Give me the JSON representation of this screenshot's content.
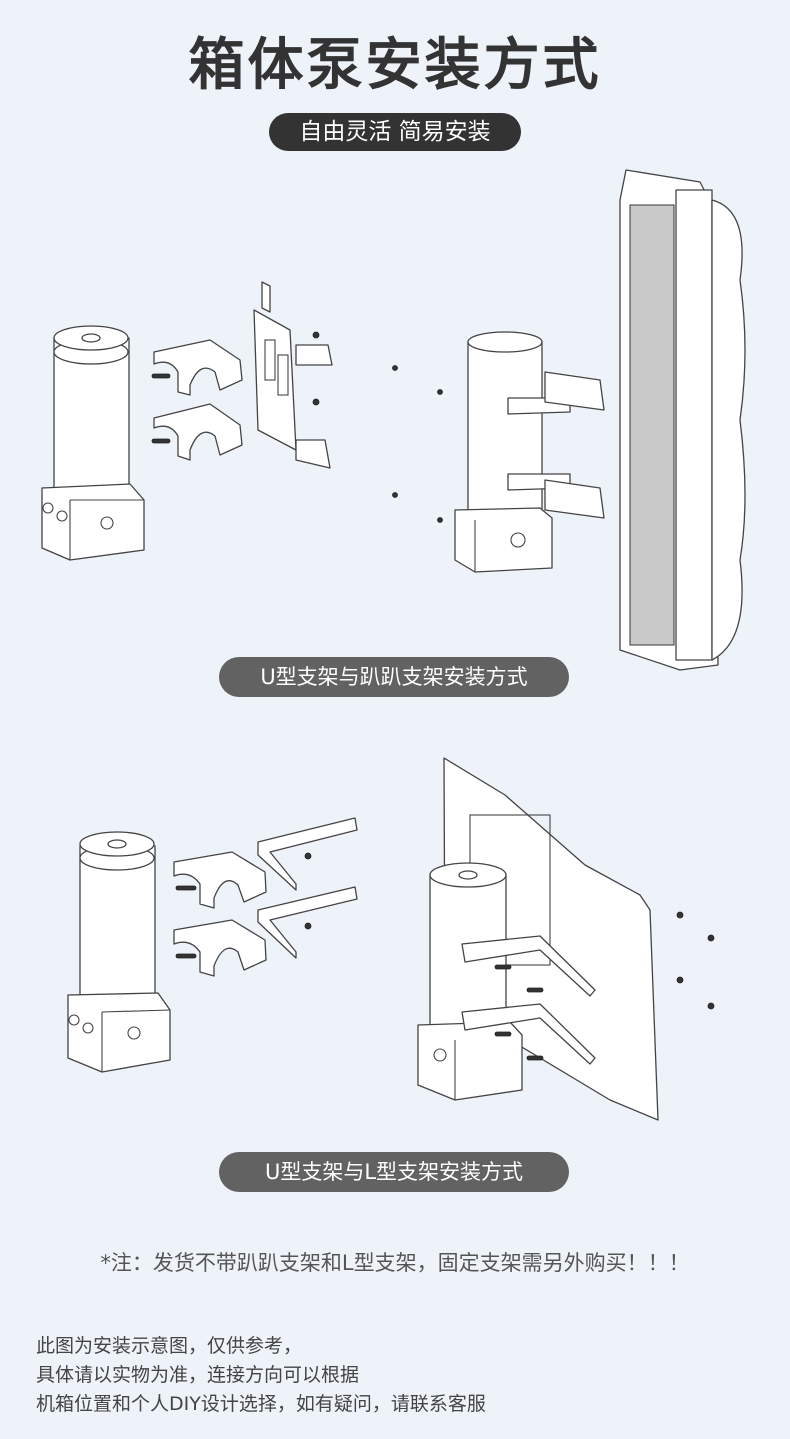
{
  "header": {
    "title": "箱体泵安装方式",
    "subtitle": "自由灵活 简易安装"
  },
  "sections": [
    {
      "caption": "U型支架与趴趴支架安装方式",
      "illustration": "pump-u-bracket-pa-bracket-radiator-diagram"
    },
    {
      "caption": "U型支架与L型支架安装方式",
      "illustration": "pump-u-bracket-l-bracket-case-plate-diagram"
    }
  ],
  "note": "*注：发货不带趴趴支架和L型支架，固定支架需另外购买！！！",
  "disclaimer": [
    "此图为安装示意图，仅供参考，",
    "具体请以实物为准，连接方向可以根据",
    "机箱位置和个人DIY设计选择，如有疑问，请联系客服"
  ],
  "colors": {
    "background": "#eef2f9",
    "title": "#333333",
    "pill_dark": "#333333",
    "pill_gray": "#626262"
  }
}
